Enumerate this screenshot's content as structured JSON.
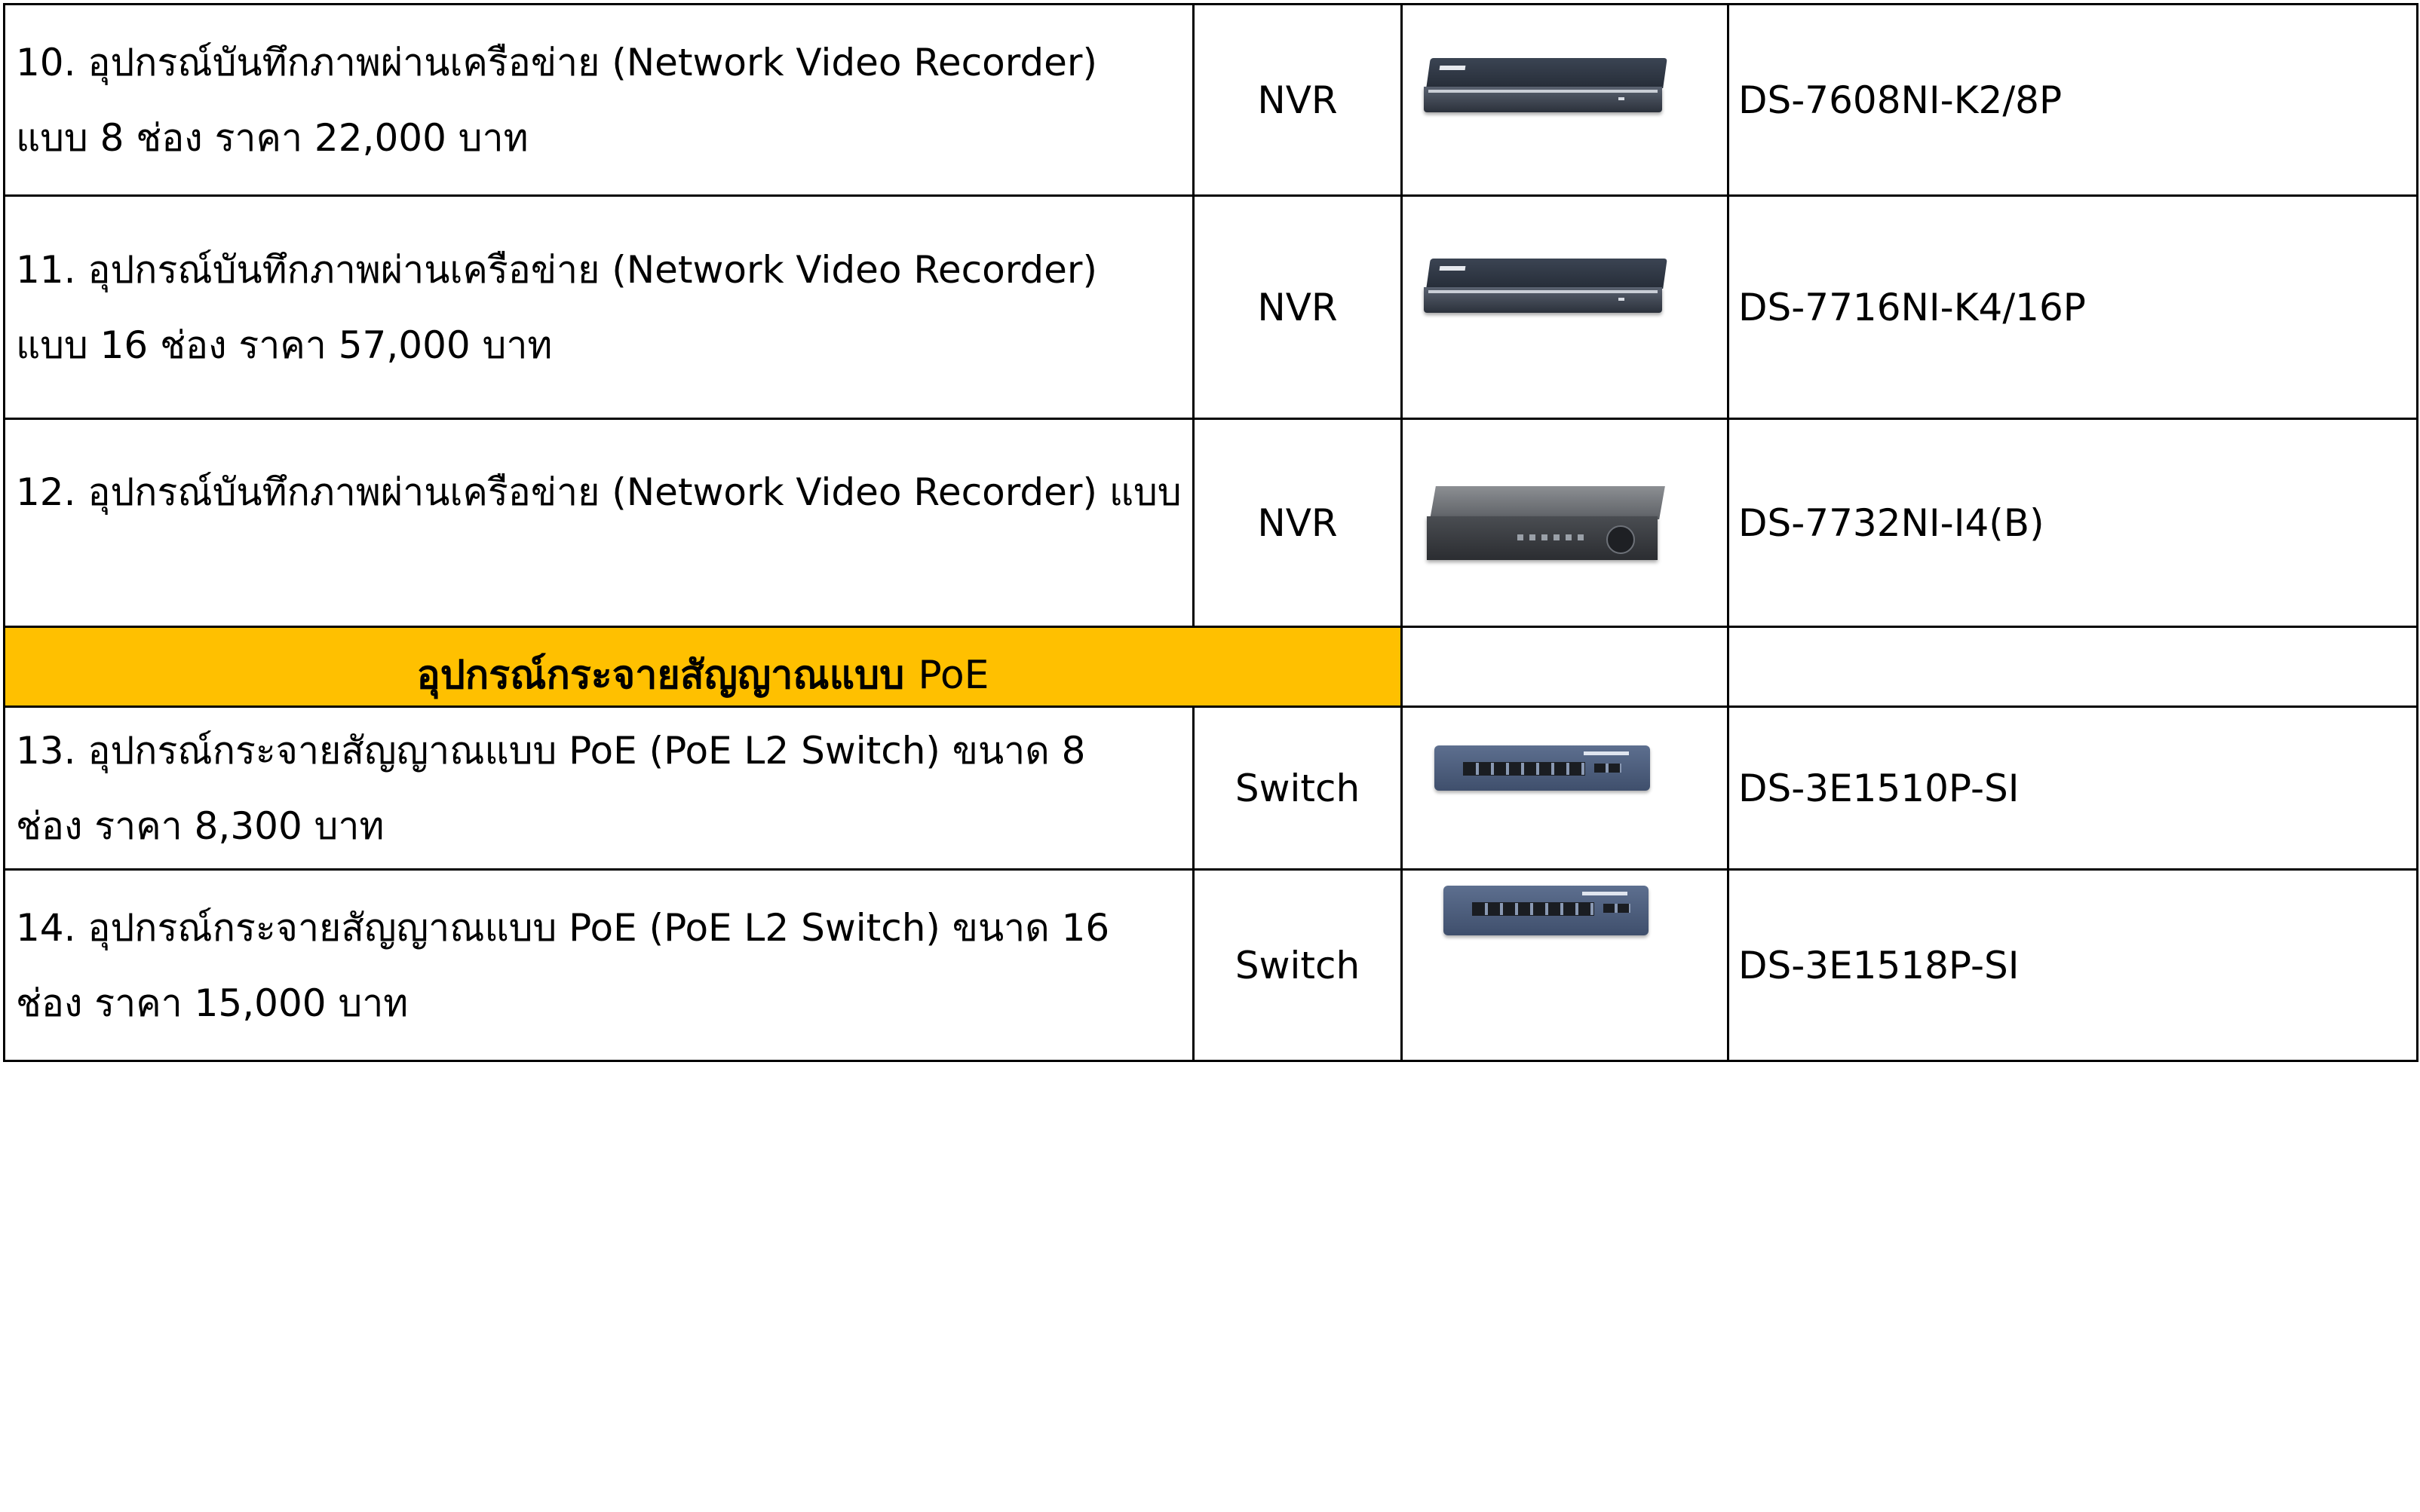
{
  "rows": [
    {
      "desc_line1": "10. อุปกรณ์บันทึกภาพผ่านเครือข่าย (Network Video Recorder)",
      "desc_line2": "แบบ 8 ช่อง ราคา 22,000 บาท",
      "type": "NVR",
      "device": "nvr-slim-image",
      "model": "DS-7608NI-K2/8P"
    },
    {
      "desc_line1": "11. อุปกรณ์บันทึกภาพผ่านเครือข่าย (Network Video Recorder)",
      "desc_line2": "แบบ 16 ช่อง ราคา 57,000 บาท",
      "type": "NVR",
      "device": "nvr-slim-image",
      "model": "DS-7716NI-K4/16P"
    },
    {
      "desc_line1": "12. อุปกรณ์บันทึกภาพผ่านเครือข่าย (Network Video Recorder) แบบ",
      "desc_line2": "",
      "type": "NVR",
      "device": "nvr-box-image",
      "model": "DS-7732NI-I4(B)"
    }
  ],
  "section": {
    "title_th": "อุปกรณ์กระจายสัญญาณแบบ",
    "title_en": "PoE"
  },
  "rows2": [
    {
      "desc_line1": "13. อุปกรณ์กระจายสัญญาณแบบ PoE (PoE L2 Switch) ขนาด 8",
      "desc_line2": "ช่อง ราคา 8,300 บาท",
      "type": "Switch",
      "device": "switch-image",
      "model": "DS-3E1510P-SI"
    },
    {
      "desc_line1": "14. อุปกรณ์กระจายสัญญาณแบบ PoE (PoE L2 Switch) ขนาด 16",
      "desc_line2": "ช่อง ราคา 15,000 บาท",
      "type": "Switch",
      "device": "switch-image",
      "model": "DS-3E1518P-SI"
    }
  ]
}
